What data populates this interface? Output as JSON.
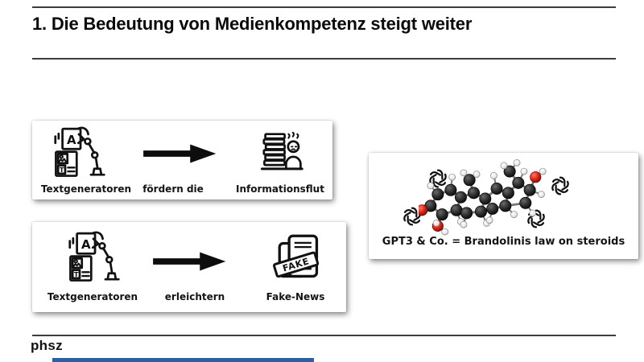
{
  "slide": {
    "title": "1. Die Bedeutung von Medienkompetenz steigt weiter",
    "footer_logo": "phsz"
  },
  "flow_cards": [
    {
      "source": "Textgeneratoren",
      "verb": "fördern die",
      "target": "Informationsflut",
      "source_icon": "text-generator-robot-arm-icon",
      "connector_icon": "arrow-right-icon",
      "target_icon": "information-flood-icon"
    },
    {
      "source": "Textgeneratoren",
      "verb": "erleichtern",
      "target": "Fake-News",
      "stamp": "FAKE",
      "source_icon": "text-generator-robot-arm-icon",
      "connector_icon": "arrow-right-icon",
      "target_icon": "fake-news-icon"
    }
  ],
  "steroid_card": {
    "caption": "GPT3 & Co. = Brandolinis law on steroids",
    "logo_icon": "openai-logo-icon",
    "logo_count": 4,
    "molecule_icon": "steroid-molecule"
  },
  "colors": {
    "accent_bar": "#2e5fa3",
    "ink": "#111111",
    "rule": "#3d3d3d",
    "oxygen_red": "#c41111"
  }
}
